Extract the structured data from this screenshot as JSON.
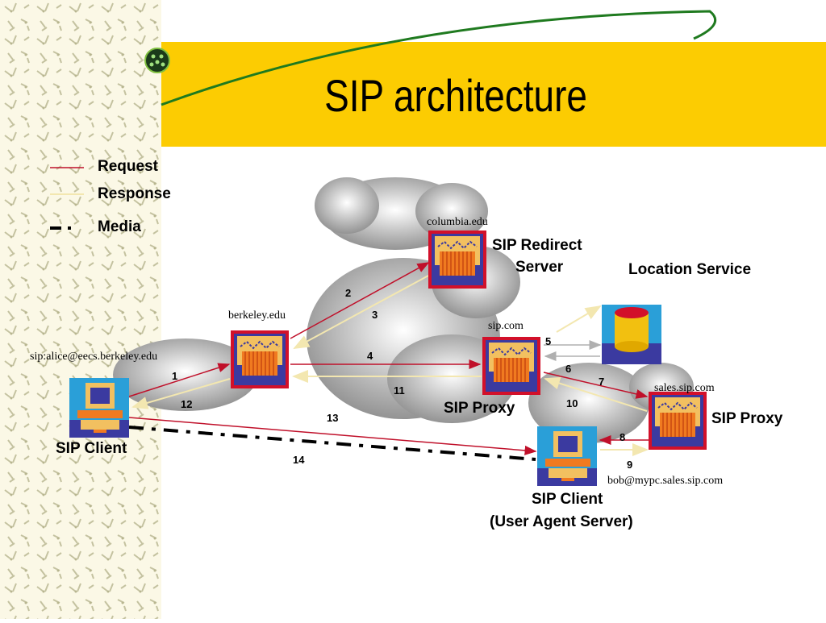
{
  "title": "SIP architecture",
  "legend": {
    "request": "Request",
    "response": "Response",
    "media": "Media"
  },
  "domains": {
    "columbia": "columbia.edu",
    "berkeley": "berkeley.edu",
    "sip_com": "sip.com",
    "sales": "sales.sip.com"
  },
  "addresses": {
    "alice": "sip:alice@eecs.berkeley.edu",
    "bob": "bob@mypc.sales.sip.com"
  },
  "nodes": {
    "redirect_line1": "SIP Redirect",
    "redirect_line2": "Server",
    "location": "Location Service",
    "proxy_center": "SIP Proxy",
    "proxy_right": "SIP Proxy",
    "client_left": "SIP Client",
    "client_bottom_line1": "SIP Client",
    "client_bottom_line2": "(User Agent Server)"
  },
  "steps": [
    "1",
    "2",
    "3",
    "4",
    "5",
    "6",
    "7",
    "8",
    "9",
    "10",
    "11",
    "12",
    "13",
    "14"
  ],
  "colors": {
    "request": "#c0102a",
    "response": "#f3e7b0",
    "media": "#000000",
    "title_band": "#fccc02",
    "device_frame": "#d2102a",
    "device_inner": "#3b3aa0"
  }
}
